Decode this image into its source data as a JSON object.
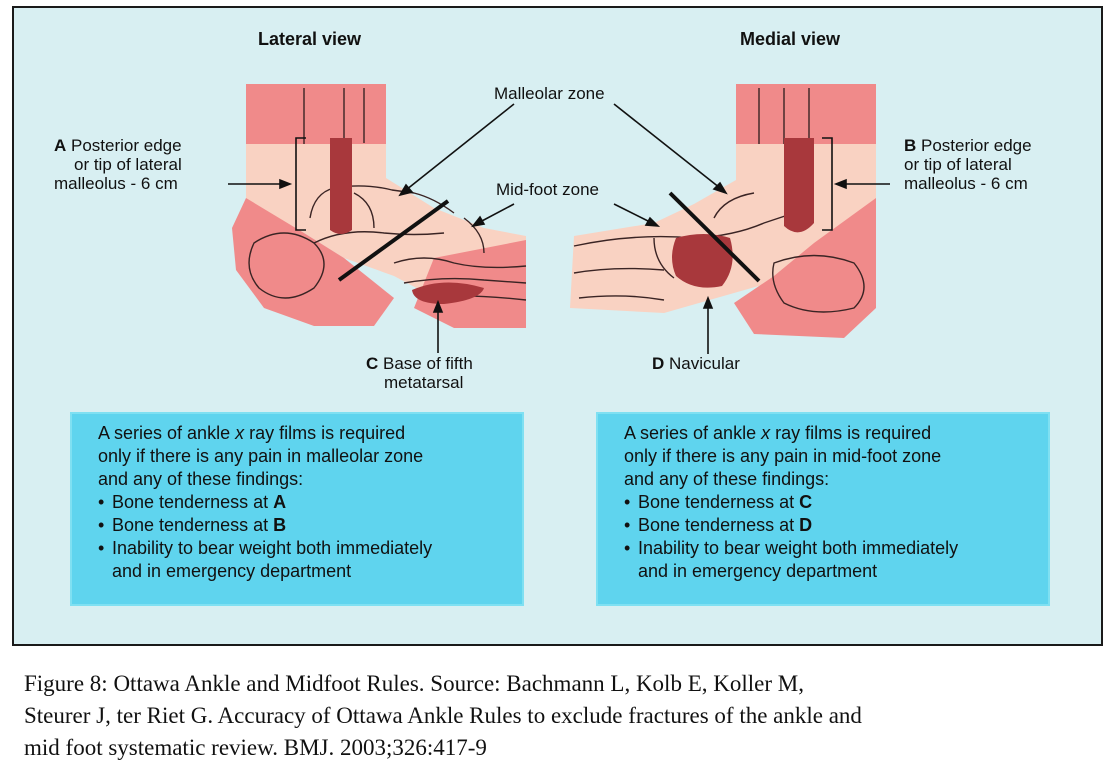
{
  "views": {
    "lateral_title": "Lateral view",
    "medial_title": "Medial view"
  },
  "zones": {
    "malleolar": "Malleolar zone",
    "midfoot": "Mid-foot zone"
  },
  "points": {
    "a": {
      "letter": "A",
      "line1": "Posterior edge",
      "line2": "or tip of lateral",
      "line3": "malleolus - 6 cm"
    },
    "b": {
      "letter": "B",
      "line1": "Posterior edge",
      "line2": "or tip of lateral",
      "line3": "malleolus - 6 cm"
    },
    "c": {
      "letter": "C",
      "line1": "Base of fifth",
      "line2": "metatarsal"
    },
    "d": {
      "letter": "D",
      "line1": "Navicular"
    }
  },
  "rules": {
    "ankle": {
      "intro_pre": "A series of ankle ",
      "intro_x": "x",
      "intro_post": " ray films is required",
      "line2": "only if there is any pain in malleolar zone",
      "line3": "and any of these findings:",
      "bullet1_pre": "Bone tenderness at ",
      "bullet1_letter": "A",
      "bullet2_pre": "Bone tenderness at ",
      "bullet2_letter": "B",
      "bullet3_line1": "Inability to bear weight both immediately",
      "bullet3_line2": "and in emergency department"
    },
    "foot": {
      "intro_pre": "A series of ankle ",
      "intro_x": "x",
      "intro_post": " ray films is required",
      "line2": "only if there is any pain in mid-foot zone",
      "line3": "and any of these findings:",
      "bullet1_pre": "Bone tenderness at ",
      "bullet1_letter": "C",
      "bullet2_pre": "Bone tenderness at ",
      "bullet2_letter": "D",
      "bullet3_line1": "Inability to bear weight both immediately",
      "bullet3_line2": "and in emergency department"
    }
  },
  "caption": {
    "line1": "Figure 8: Ottawa Ankle and Midfoot Rules. Source: Bachmann L, Kolb E, Koller M,",
    "line2": "Steurer J, ter Riet G. Accuracy of Ottawa Ankle Rules to exclude fractures of the ankle and",
    "line3": "mid foot systematic review. BMJ. 2003;326:417-9"
  },
  "colors": {
    "panel_background": "#d8eff2",
    "skin_pink": "#f08a8a",
    "zone_light": "#f9d2c2",
    "tender_point": "#a8383c",
    "rule_box": "#5fd4ee"
  }
}
